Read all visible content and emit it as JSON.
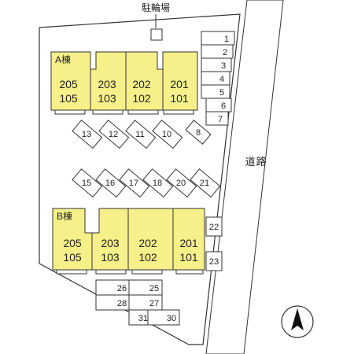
{
  "labels": {
    "bicycle_parking": "駐輪場",
    "road": "道路",
    "building_a": "A棟",
    "building_b": "B棟"
  },
  "building_a_units": [
    {
      "top": "205",
      "bottom": "105"
    },
    {
      "top": "203",
      "bottom": "103"
    },
    {
      "top": "202",
      "bottom": "102"
    },
    {
      "top": "201",
      "bottom": "101"
    }
  ],
  "building_b_units": [
    {
      "top": "205",
      "bottom": "105"
    },
    {
      "top": "203",
      "bottom": "103"
    },
    {
      "top": "202",
      "bottom": "102"
    },
    {
      "top": "201",
      "bottom": "101"
    }
  ],
  "parking_right_column": [
    "1",
    "2",
    "3",
    "4",
    "5",
    "6",
    "7"
  ],
  "parking_tilted_row_1": [
    "13",
    "12",
    "11",
    "10",
    "8"
  ],
  "parking_tilted_row_2": [
    "15",
    "16",
    "17",
    "18",
    "20",
    "21"
  ],
  "parking_b_right": [
    "22",
    "23"
  ],
  "parking_bottom": [
    "26",
    "25",
    "28",
    "27",
    "31",
    "30"
  ],
  "colors": {
    "building_fill": "#f5f089",
    "outline": "#333333",
    "background": "#ffffff"
  },
  "icons": {
    "north": "north-arrow-icon"
  }
}
